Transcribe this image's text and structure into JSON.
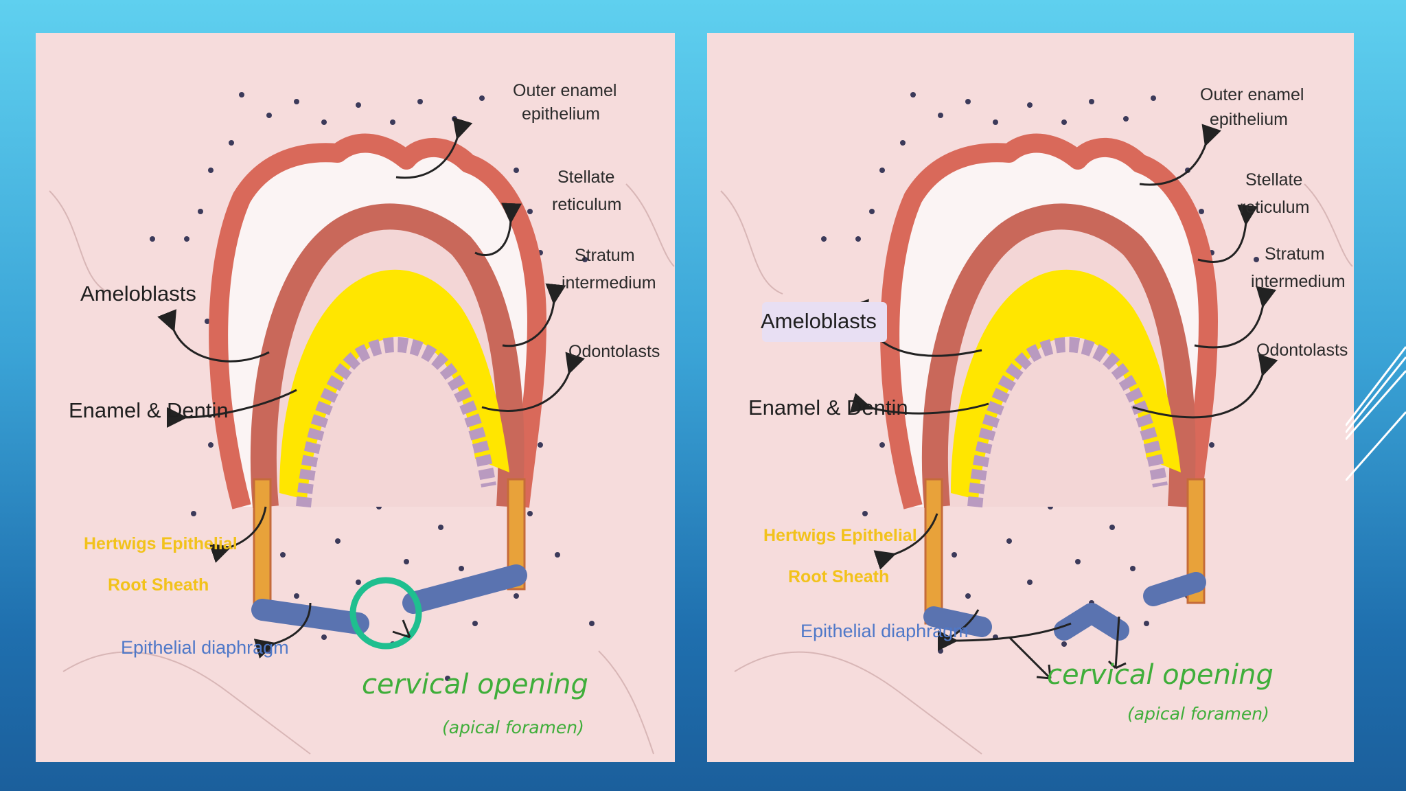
{
  "left_panel": {
    "labels": {
      "outer_enamel": [
        "Outer enamel",
        "epithelium"
      ],
      "stellate": [
        "Stellate",
        "reticulum"
      ],
      "stratum": [
        "Stratum",
        "intermedium"
      ],
      "odontoblasts": "Odontolasts",
      "ameloblasts": "Ameloblasts",
      "enamel_dentin": "Enamel & Dentin",
      "hertwig": [
        "Hertwigs Epithelial",
        "Root Sheath"
      ],
      "diaphragm": "Epithelial diaphragm",
      "cervical": "cervical opening",
      "apical": "(apical foramen)"
    }
  },
  "right_panel": {
    "labels": {
      "outer_enamel": [
        "Outer enamel",
        "epithelium"
      ],
      "stellate": [
        "Stellate",
        "reticulum"
      ],
      "stratum": [
        "Stratum",
        "intermedium"
      ],
      "odontoblasts": "Odontolasts",
      "ameloblasts": "Ameloblasts",
      "enamel_dentin": "Enamel & Dentin",
      "hertwig": [
        "Hertwigs Epithelial",
        "Root Sheath"
      ],
      "diaphragm": "Epithelial diaphragm",
      "cervical": "cervical opening",
      "apical": "(apical foramen)"
    }
  },
  "colors": {
    "outer_epithelium": "#d9695a",
    "inner_cells": "#c9685a",
    "enamel": "#ffe600",
    "root_sheath": "#e8a23a",
    "diaphragm": "#5a73b0",
    "circle": "#1fbf8f",
    "label_yellow": "#f2c21b",
    "label_blue": "#4f78c8",
    "label_green": "#3fae3a"
  }
}
